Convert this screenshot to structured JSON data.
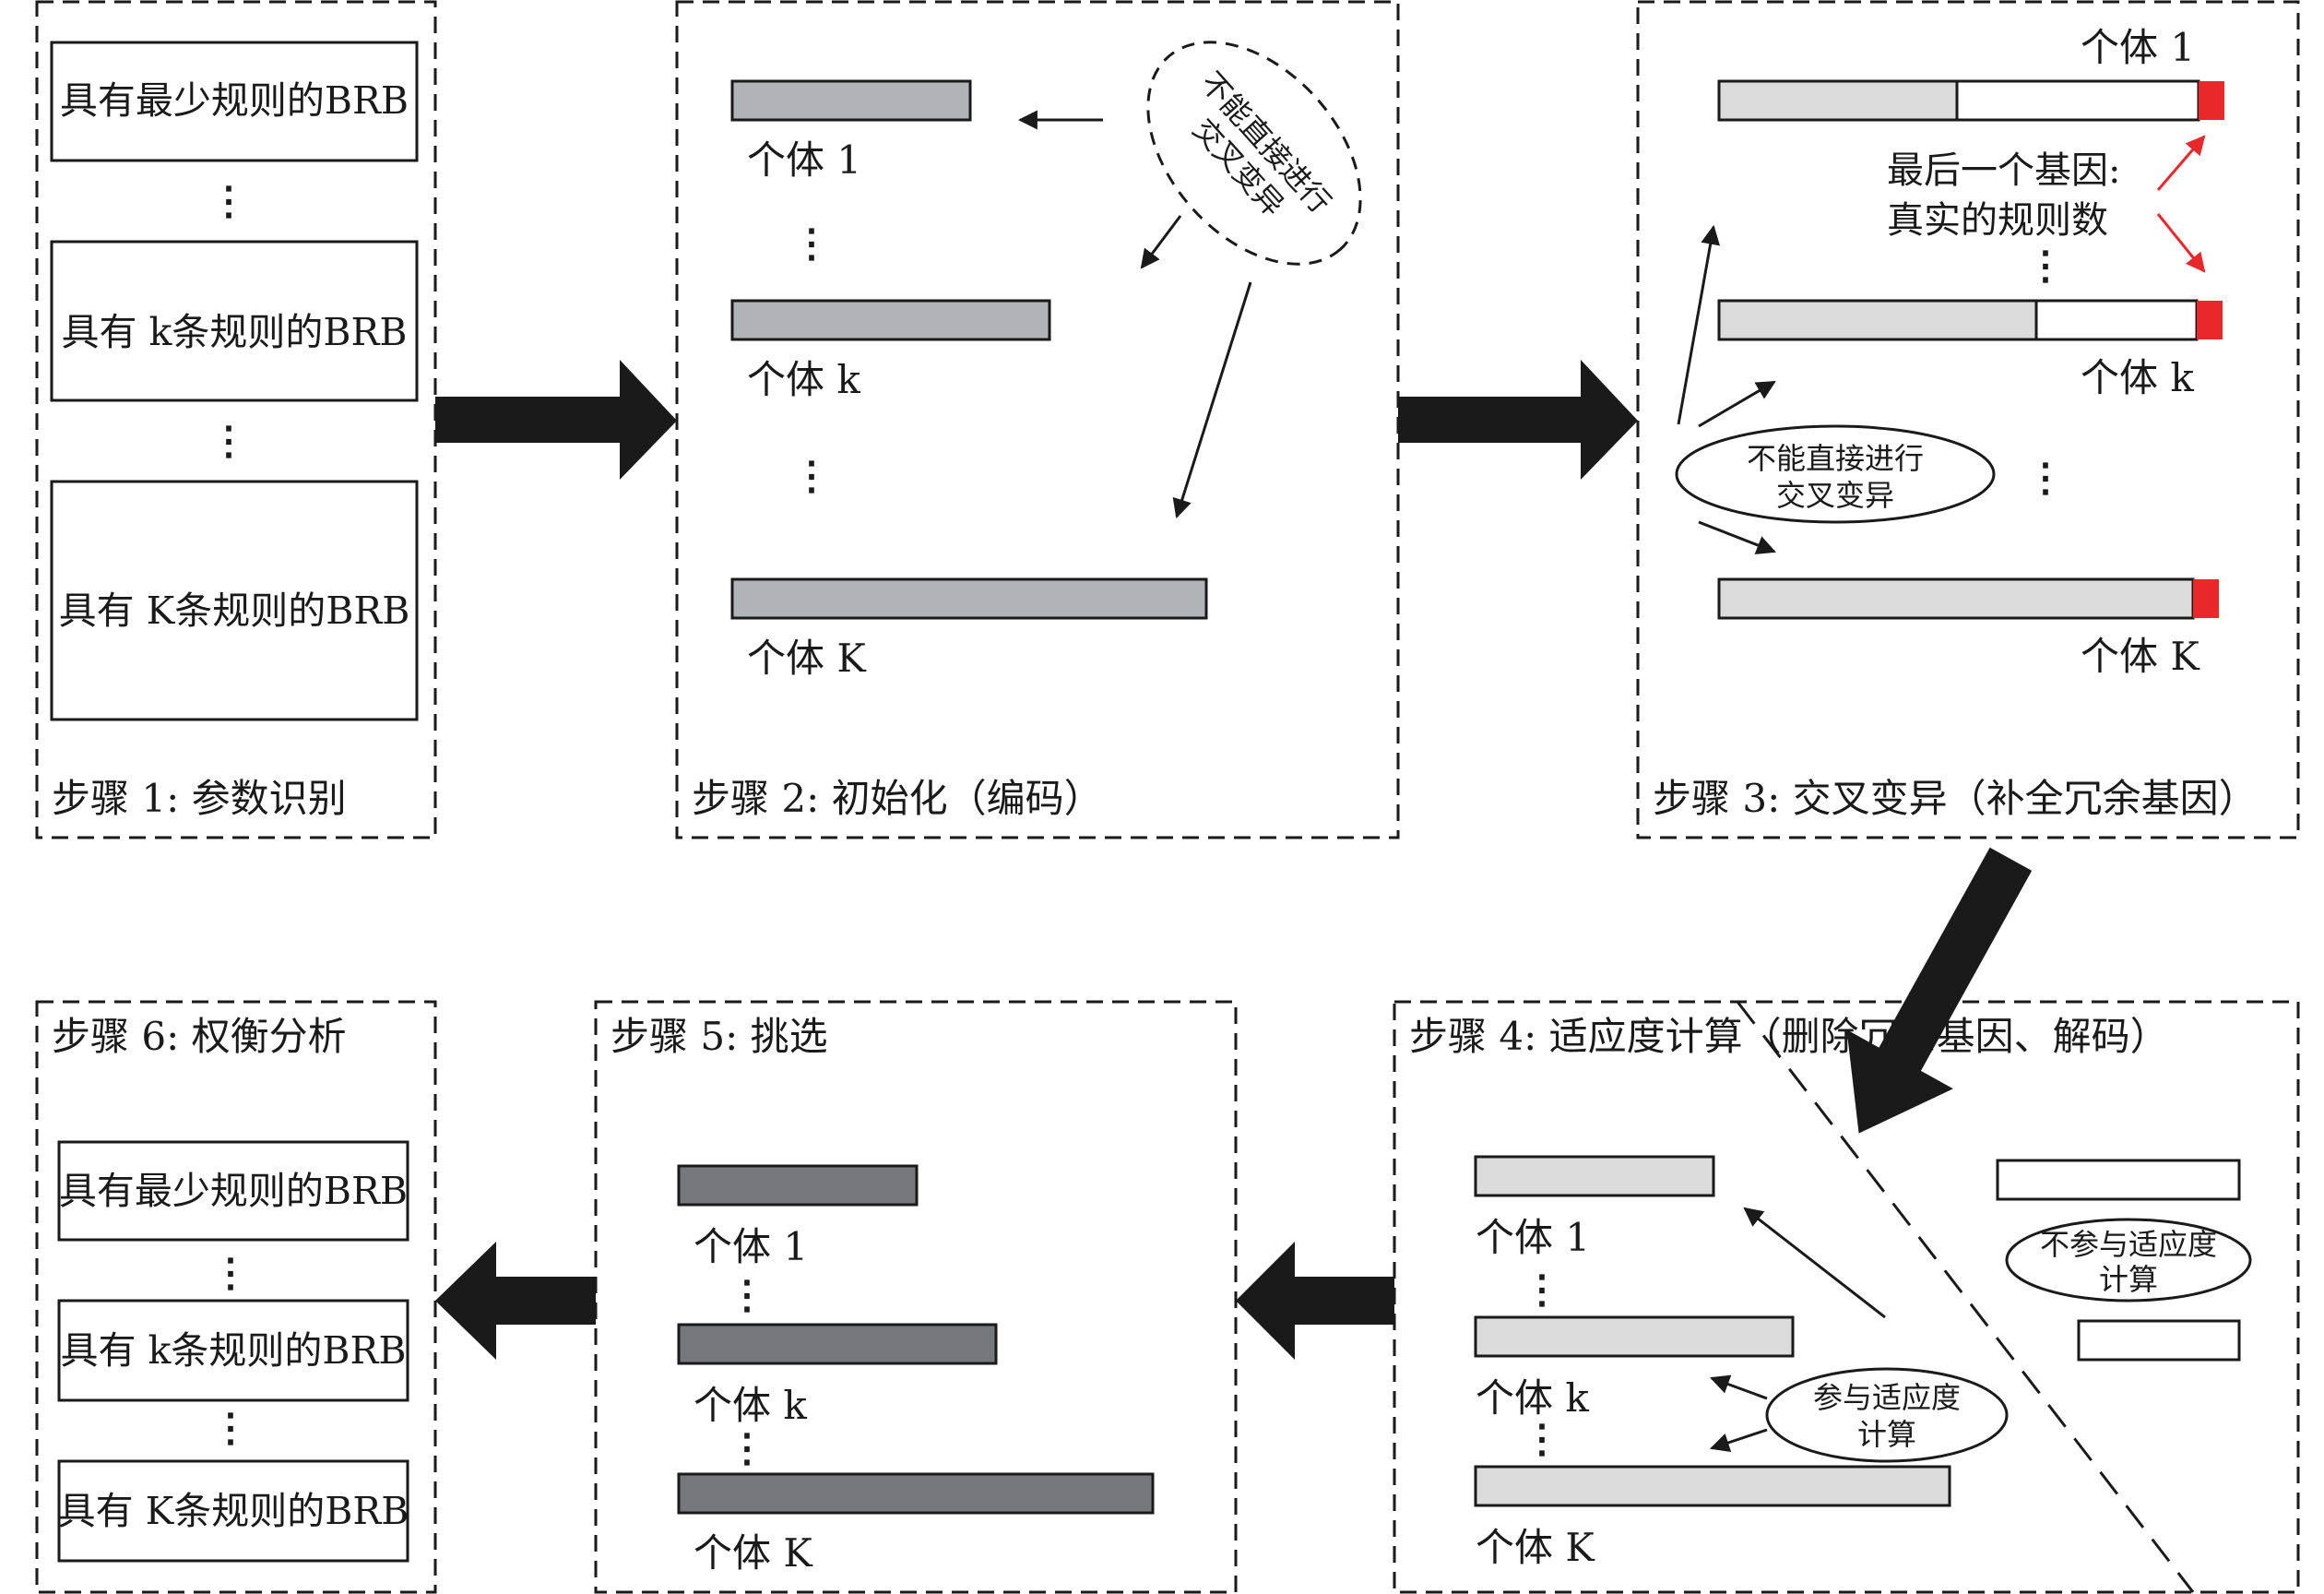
{
  "colors": {
    "ink": "#1a1a1a",
    "gene_red": "#e8282b",
    "bar_mid": "#b2b3b7",
    "bar_light": "#dcdcdd",
    "bar_dark": "#77787b",
    "white": "#ffffff"
  },
  "step1": {
    "title": "步骤 1: 参数识别",
    "box_min": "具有最少规则的BRB",
    "box_k": "具有 k条规则的BRB",
    "box_K": "具有 K条规则的BRB"
  },
  "step2": {
    "title": "步骤 2: 初始化（编码）",
    "label_1": "个体 1",
    "label_k": "个体 k",
    "label_K": "个体 K",
    "cloud_line1": "不能直接进行",
    "cloud_line2": "交叉变异"
  },
  "step3": {
    "title": "步骤 3: 交叉变异（补全冗余基因）",
    "label_1": "个体 1",
    "label_k": "个体 k",
    "label_K": "个体 K",
    "note_line1": "最后一个基因:",
    "note_line2": "真实的规则数",
    "ellipse_line1": "不能直接进行",
    "ellipse_line2": "交叉变异"
  },
  "step4": {
    "title": "步骤 4: 适应度计算（删除冗余基因、解码）",
    "label_1": "个体 1",
    "label_k": "个体 k",
    "label_K": "个体 K",
    "in_line1": "参与适应度",
    "in_line2": "计算",
    "out_line1": "不参与适应度",
    "out_line2": "计算"
  },
  "step5": {
    "title": "步骤 5: 挑选",
    "label_1": "个体 1",
    "label_k": "个体 k",
    "label_K": "个体 K"
  },
  "step6": {
    "title": "步骤 6: 权衡分析",
    "box_min": "具有最少规则的BRB",
    "box_k": "具有 k条规则的BRB",
    "box_K": "具有 K条规则的BRB"
  },
  "symbols": {
    "vdots": "⋮"
  }
}
